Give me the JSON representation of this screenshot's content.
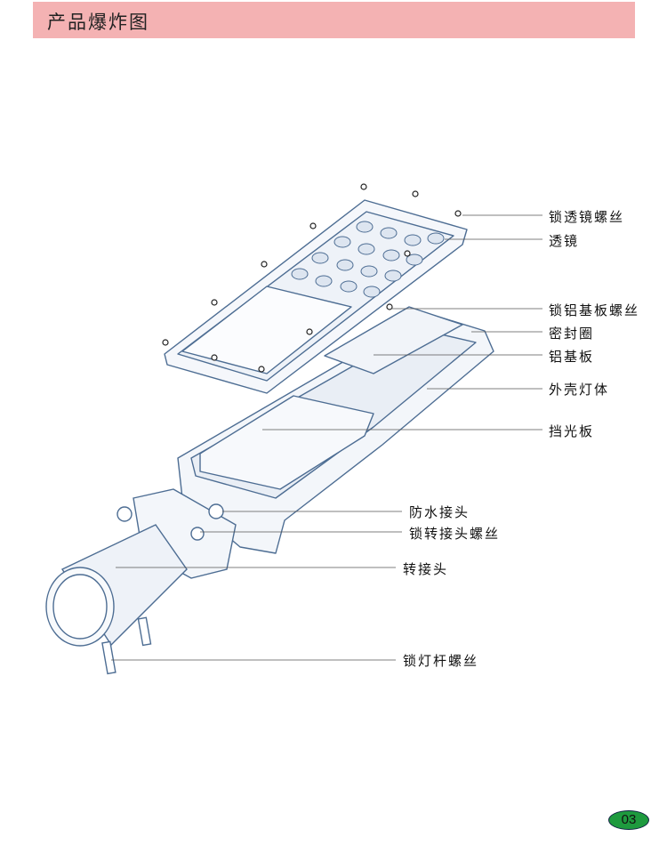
{
  "header": {
    "title": "产品爆炸图"
  },
  "labels": {
    "lens_screw": "锁透镜螺丝",
    "lens": "透镜",
    "aluminum_plate_screw": "锁铝基板螺丝",
    "seal_ring": "密封圈",
    "aluminum_plate": "铝基板",
    "housing": "外壳灯体",
    "light_shield": "挡光板",
    "waterproof_connector": "防水接头",
    "adapter_screw": "锁转接头螺丝",
    "adapter": "转接头",
    "pole_screw": "锁灯杆螺丝"
  },
  "page_number": "03",
  "colors": {
    "header": "#f4b2b3",
    "page_badge": "#1e9a3e",
    "line_art": "#5a7aa0"
  }
}
